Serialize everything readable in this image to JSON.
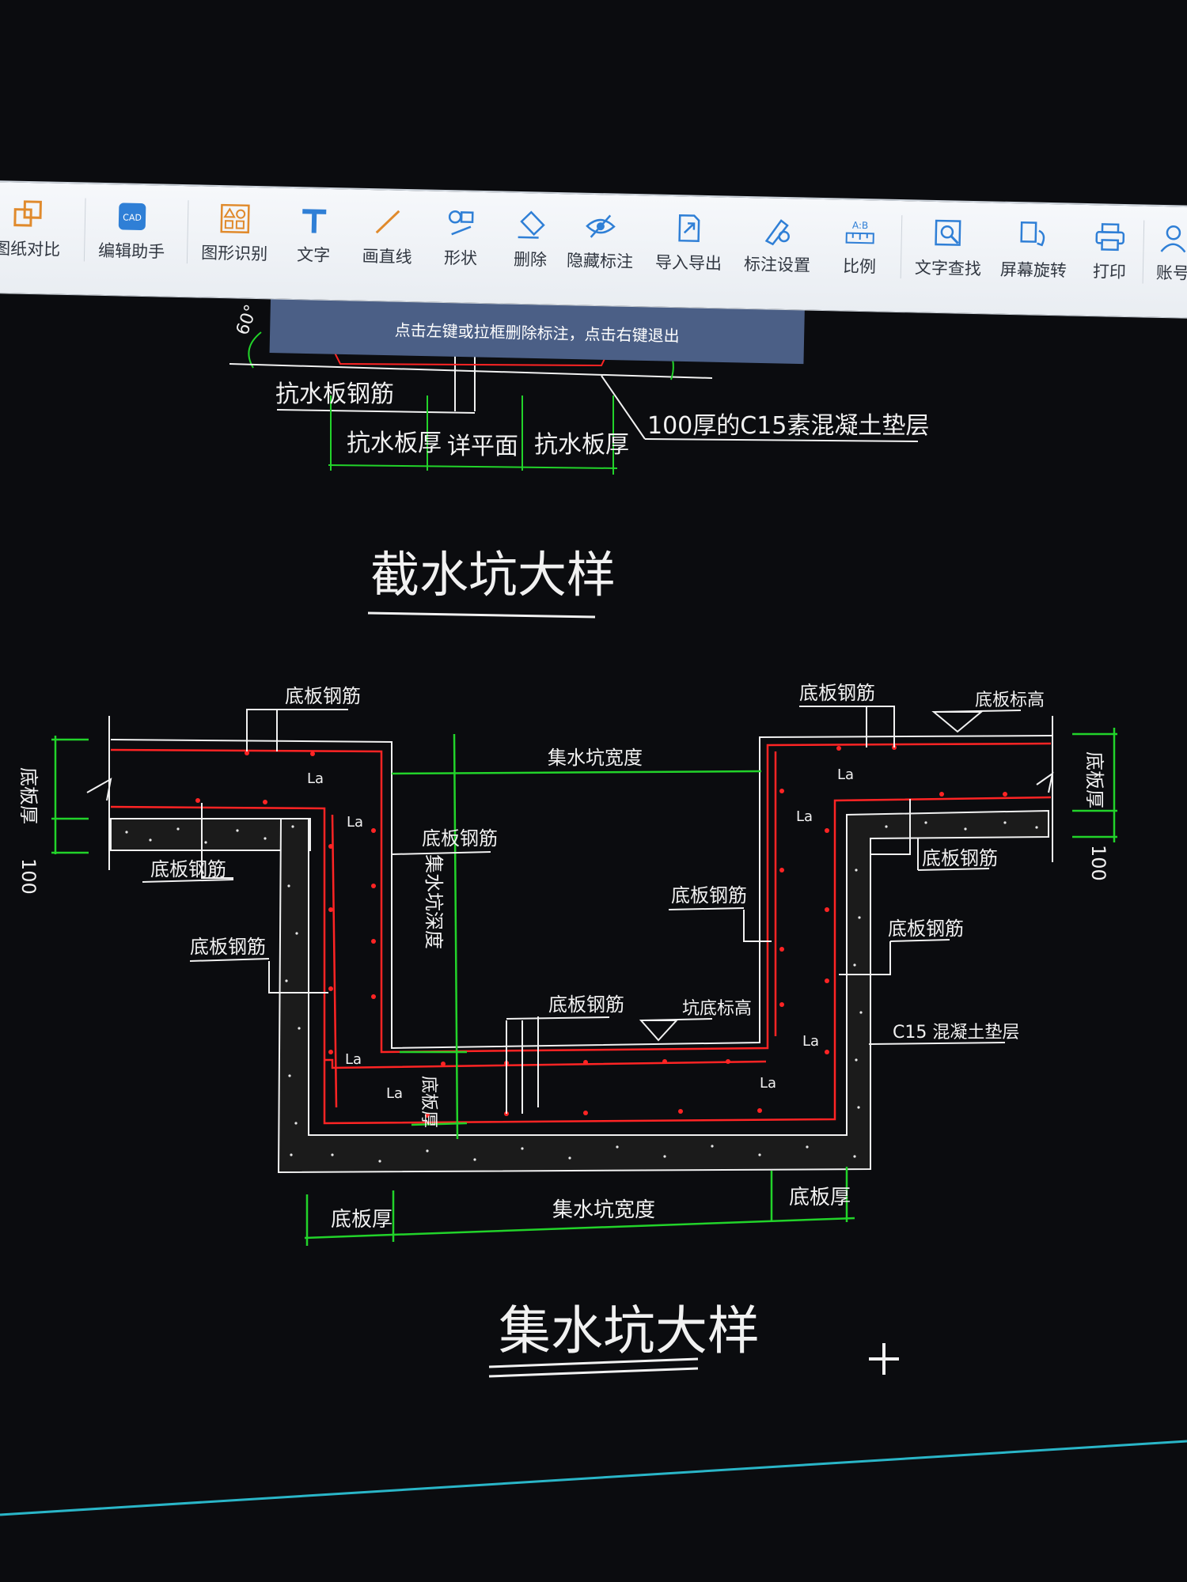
{
  "toolbar": {
    "items": [
      {
        "label": "图纸对比",
        "icon": "compare-sheets-icon"
      },
      {
        "label": "编辑助手",
        "icon": "cad-assistant-icon"
      },
      {
        "label": "图形识别",
        "icon": "shape-recognize-icon"
      },
      {
        "label": "文字",
        "icon": "text-icon"
      },
      {
        "label": "画直线",
        "icon": "line-icon"
      },
      {
        "label": "形状",
        "icon": "shape-icon"
      },
      {
        "label": "删除",
        "icon": "eraser-icon"
      },
      {
        "label": "隐藏标注",
        "icon": "eye-hide-icon"
      },
      {
        "label": "导入导出",
        "icon": "import-export-icon"
      },
      {
        "label": "标注设置",
        "icon": "annotation-settings-icon"
      },
      {
        "label": "比例",
        "icon": "scale-ruler-icon"
      },
      {
        "label": "文字查找",
        "icon": "text-search-icon"
      },
      {
        "label": "屏幕旋转",
        "icon": "screen-rotate-icon"
      },
      {
        "label": "打印",
        "icon": "printer-icon"
      },
      {
        "label": "账号",
        "icon": "account-icon"
      }
    ],
    "accent": "#2f7fd6"
  },
  "hint": "点击左键或拉框删除标注，点击右键退出",
  "drawing": {
    "top_detail": {
      "angle": "60°",
      "rebar_label": "抗水板钢筋",
      "dim_left": "抗水板厚",
      "dim_mid": "详平面",
      "dim_right": "抗水板厚",
      "cushion": "100厚的C15素混凝土垫层"
    },
    "title1": "截水坑大样",
    "sump": {
      "rebar": "底板钢筋",
      "floor_elev": "底板标高",
      "pit_elev": "坑底标高",
      "width": "集水坑宽度",
      "depth": "集水坑深度",
      "slab_thick": "底板厚",
      "dim_100": "100",
      "anchor": "La",
      "cushion": "C15 混凝土垫层"
    },
    "title2": "集水坑大样",
    "colors": {
      "background": "#0b0c0f",
      "rebar": "#ff2424",
      "dimension": "#22d32a",
      "linework": "#f1f1f1",
      "axis": "#2ab6c8"
    }
  }
}
